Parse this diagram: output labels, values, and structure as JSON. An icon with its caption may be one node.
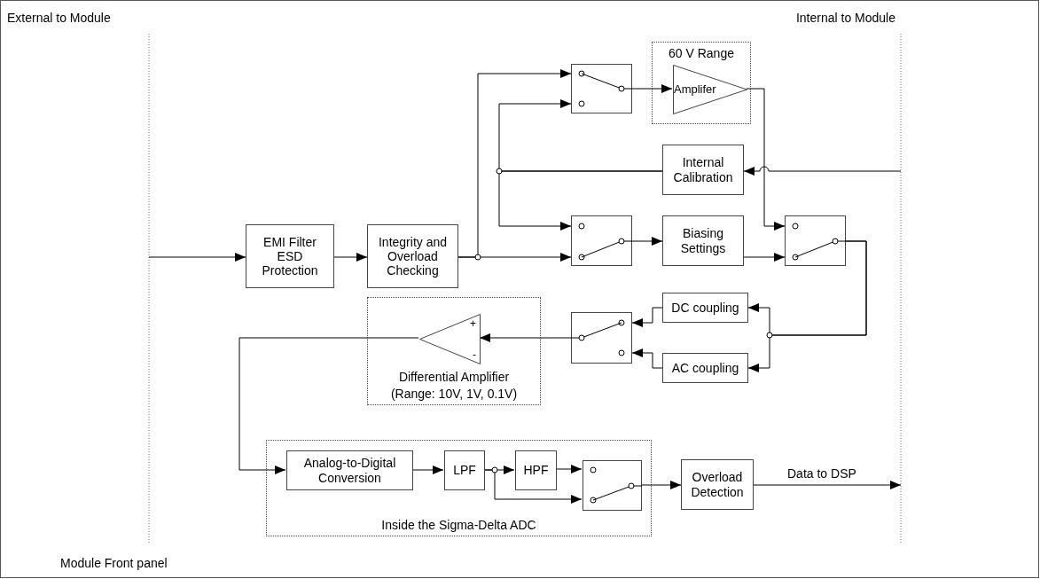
{
  "diagram": {
    "nodes": [
      {
        "text": [
          "EMI Filter ESD Protection"
        ]
      },
      {
        "text": [
          "Integrity and Overload Checking"
        ]
      },
      {
        "text": [],
        "shape": "switch"
      },
      {
        "text": [
          "60 V Range"
        ]
      },
      {
        "text": [
          "Amplifer"
        ],
        "in": 3
      },
      {
        "text": [
          "Internal Calibration"
        ]
      },
      {
        "text": [],
        "shape": "switch"
      },
      {
        "text": [
          "Biasing Settings"
        ]
      },
      {
        "text": [],
        "shape": "switch"
      },
      {
        "text": [
          "DC coupling"
        ]
      },
      {
        "text": [
          "AC coupling"
        ]
      },
      {
        "text": [],
        "shape": "switch"
      },
      {
        "text": [
          "Differential Amplifier (Range: 10V, 1V, 0.1V)"
        ]
      },
      {
        "text": [
          "+",
          "-"
        ],
        "in": 12
      },
      {
        "text": [
          "Inside the Sigma-Delta ADC"
        ]
      },
      {
        "text": [
          "Analog-to-Digital Conversion"
        ],
        "in": 14
      },
      {
        "text": [
          "LPF"
        ],
        "in": 14
      },
      {
        "text": [
          "HPF"
        ],
        "in": 14
      },
      {
        "text": [],
        "shape": "switch",
        "in": 14
      },
      {
        "text": [
          "Overload Detection"
        ]
      }
    ],
    "edges": [
      {
        "from": null,
        "to": 0,
        "arrow": "to"
      },
      {
        "from": 0,
        "to": 1,
        "arrow": "to"
      },
      {
        "from": 1,
        "to": 2,
        "arrow": "to"
      },
      {
        "from": 1,
        "to": 6,
        "arrow": "to"
      },
      {
        "from": 5,
        "to": 2,
        "arrow": "to"
      },
      {
        "from": 5,
        "to": 6,
        "arrow": "to"
      },
      {
        "from": 2,
        "to": 4,
        "arrow": "to"
      },
      {
        "from": 4,
        "to": 8,
        "arrow": "to"
      },
      {
        "from": 6,
        "to": 7,
        "arrow": "to"
      },
      {
        "from": 7,
        "to": 8,
        "arrow": "to"
      },
      {
        "from": 8,
        "to": 9,
        "arrow": "to"
      },
      {
        "from": 8,
        "to": 10,
        "arrow": "to"
      },
      {
        "from": 9,
        "to": 11,
        "arrow": "to"
      },
      {
        "from": 10,
        "to": 11,
        "arrow": "to"
      },
      {
        "from": 11,
        "to": 13,
        "arrow": "to"
      },
      {
        "from": 13,
        "to": 15,
        "arrow": "to"
      },
      {
        "from": 15,
        "to": 16,
        "arrow": "to"
      },
      {
        "from": 16,
        "to": 17,
        "arrow": "to"
      },
      {
        "from": 16,
        "to": 18,
        "arrow": "to"
      },
      {
        "from": 17,
        "to": 18,
        "arrow": "to"
      },
      {
        "from": 18,
        "to": 19,
        "arrow": "to"
      },
      {
        "from": 19,
        "to": null,
        "label": "Data to DSP",
        "arrow": "to"
      },
      {
        "from": null,
        "to": 5,
        "arrow": "to"
      }
    ],
    "labels": [
      "External to Module",
      "Internal to Module",
      "Module Front panel"
    ]
  }
}
